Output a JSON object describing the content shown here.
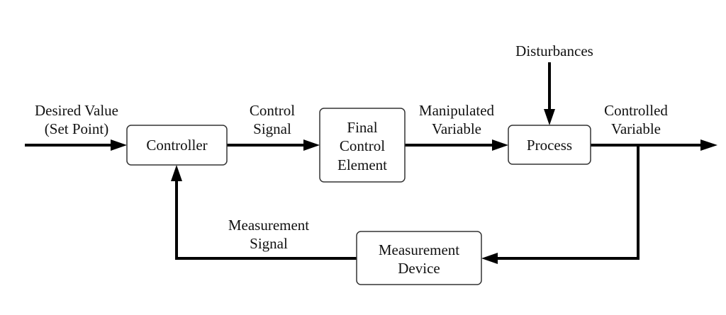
{
  "blocks": {
    "controller": "Controller",
    "final_control_element": [
      "Final",
      "Control",
      "Element"
    ],
    "process": "Process",
    "measurement_device": [
      "Measurement",
      "Device"
    ]
  },
  "signals": {
    "desired_value": [
      "Desired Value",
      "(Set Point)"
    ],
    "control_signal": [
      "Control",
      "Signal"
    ],
    "manipulated_variable": [
      "Manipulated",
      "Variable"
    ],
    "controlled_variable": [
      "Controlled",
      "Variable"
    ],
    "disturbances": "Disturbances",
    "measurement_signal": [
      "Measurement",
      "Signal"
    ]
  }
}
